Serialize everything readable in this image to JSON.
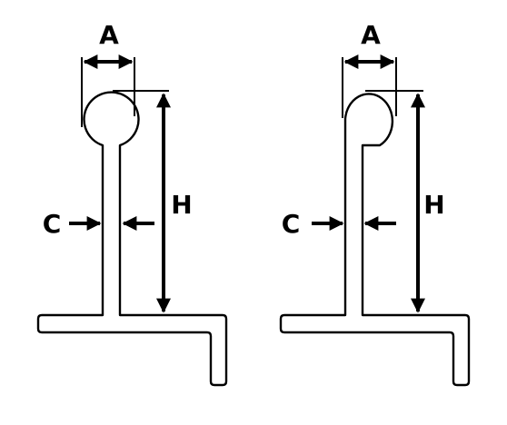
{
  "profiles": [
    {
      "id": "left",
      "labels": {
        "a": "A",
        "c": "C",
        "h": "H"
      }
    },
    {
      "id": "right",
      "labels": {
        "a": "A",
        "c": "C",
        "h": "H"
      }
    }
  ]
}
